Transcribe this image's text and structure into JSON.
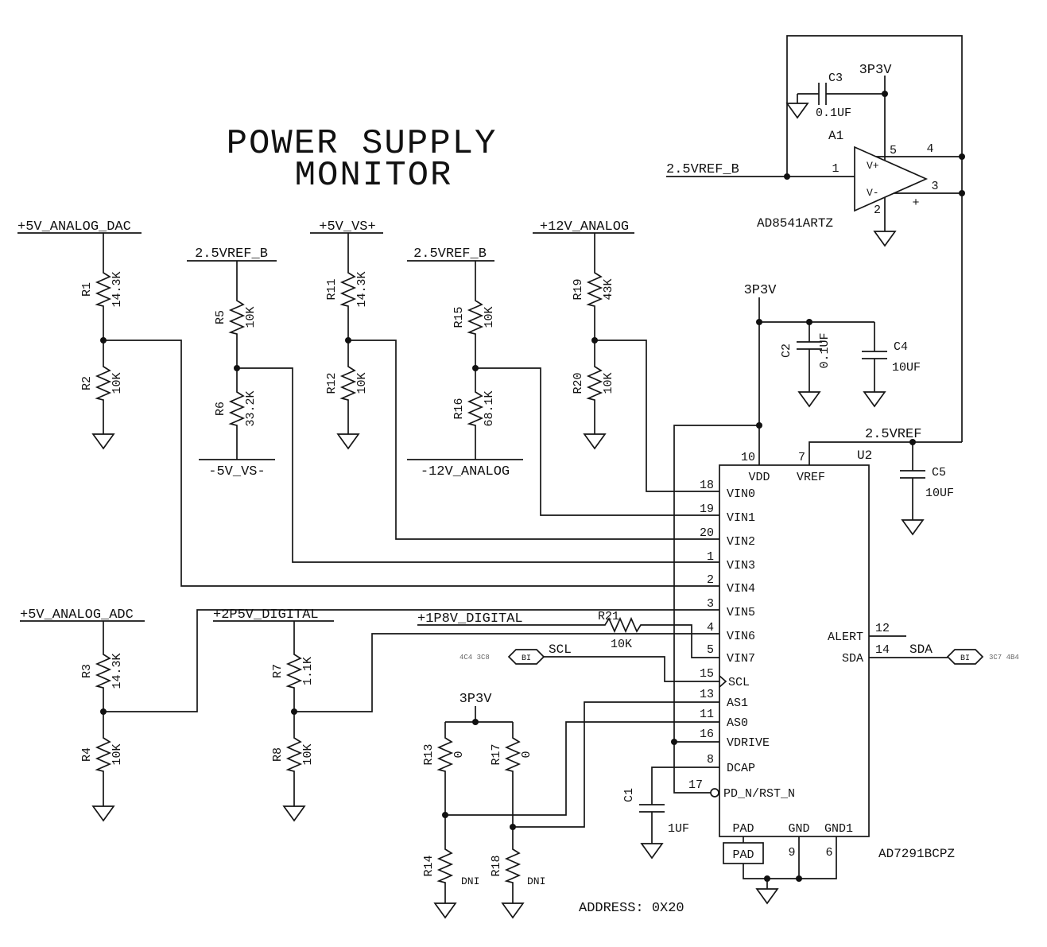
{
  "title": {
    "line1": "POWER SUPPLY",
    "line2": "MONITOR"
  },
  "nets": {
    "p5v_dac": "+5V_ANALOG_DAC",
    "vref_b_1": "2.5VREF_B",
    "p5v_vs": "+5V_VS+",
    "vref_b_2": "2.5VREF_B",
    "p12v": "+12V_ANALOG",
    "n5v_vs": "-5V_VS-",
    "n12v": "-12V_ANALOG",
    "p5v_adc": "+5V_ANALOG_ADC",
    "p2p5v": "+2P5V_DIGITAL",
    "p1p8v": "+1P8V_DIGITAL",
    "vref_b_opamp": "2.5VREF_B",
    "vref_out": "2.5VREF",
    "v3p3_opamp": "3P3V",
    "v3p3_main": "3P3V",
    "v3p3_as": "3P3V",
    "scl": "SCL",
    "sda": "SDA"
  },
  "resistors": {
    "r1": {
      "ref": "R1",
      "value": "14.3K"
    },
    "r2": {
      "ref": "R2",
      "value": "10K"
    },
    "r3": {
      "ref": "R3",
      "value": "14.3K"
    },
    "r4": {
      "ref": "R4",
      "value": "10K"
    },
    "r5": {
      "ref": "R5",
      "value": "10K"
    },
    "r6": {
      "ref": "R6",
      "value": "33.2K"
    },
    "r7": {
      "ref": "R7",
      "value": "1.1K"
    },
    "r8": {
      "ref": "R8",
      "value": "10K"
    },
    "r11": {
      "ref": "R11",
      "value": "14.3K"
    },
    "r12": {
      "ref": "R12",
      "value": "10K"
    },
    "r13": {
      "ref": "R13",
      "value": "0"
    },
    "r14": {
      "ref": "R14",
      "value": "DNI"
    },
    "r15": {
      "ref": "R15",
      "value": "10K"
    },
    "r16": {
      "ref": "R16",
      "value": "68.1K"
    },
    "r17": {
      "ref": "R17",
      "value": "0"
    },
    "r18": {
      "ref": "R18",
      "value": "DNI"
    },
    "r19": {
      "ref": "R19",
      "value": "43K"
    },
    "r20": {
      "ref": "R20",
      "value": "10K"
    },
    "r21": {
      "ref": "R21",
      "value": "10K"
    }
  },
  "capacitors": {
    "c1": {
      "ref": "C1",
      "value": "1UF"
    },
    "c2": {
      "ref": "C2",
      "value": "0.1UF"
    },
    "c3": {
      "ref": "C3",
      "value": "0.1UF"
    },
    "c4": {
      "ref": "C4",
      "value": "10UF"
    },
    "c5": {
      "ref": "C5",
      "value": "10UF"
    }
  },
  "opamp": {
    "ref": "A1",
    "part": "AD8541ARTZ",
    "pin1": "1",
    "pin2": "2",
    "pin3": "3",
    "pin4": "4",
    "pin5": "5",
    "vplus": "V+",
    "vminus": "V-",
    "plus": "+"
  },
  "ic": {
    "ref": "U2",
    "part": "AD7291BCPZ",
    "address": "ADDRESS: 0X20",
    "left_pins": [
      {
        "num": "18",
        "name": "VIN0"
      },
      {
        "num": "19",
        "name": "VIN1"
      },
      {
        "num": "20",
        "name": "VIN2"
      },
      {
        "num": "1",
        "name": "VIN3"
      },
      {
        "num": "2",
        "name": "VIN4"
      },
      {
        "num": "3",
        "name": "VIN5"
      },
      {
        "num": "4",
        "name": "VIN6"
      },
      {
        "num": "5",
        "name": "VIN7"
      },
      {
        "num": "15",
        "name": "SCL"
      },
      {
        "num": "13",
        "name": "AS1"
      },
      {
        "num": "11",
        "name": "AS0"
      },
      {
        "num": "16",
        "name": "VDRIVE"
      },
      {
        "num": "8",
        "name": "DCAP"
      },
      {
        "num": "17",
        "name": "PD_N/RST_N"
      }
    ],
    "top_pins": [
      {
        "num": "10",
        "name": "VDD"
      },
      {
        "num": "7",
        "name": "VREF"
      }
    ],
    "right_pins": [
      {
        "num": "12",
        "name": "ALERT"
      },
      {
        "num": "14",
        "name": "SDA"
      }
    ],
    "bottom_pins": [
      {
        "num": "",
        "name": "PAD"
      },
      {
        "num": "9",
        "name": "GND"
      },
      {
        "num": "6",
        "name": "GND1"
      }
    ],
    "pad_box": "PAD"
  },
  "ports": {
    "scl": {
      "tag": "BI",
      "xref": "4C4  3C8"
    },
    "sda": {
      "tag": "BI",
      "xref": "3C7  4B4"
    }
  }
}
